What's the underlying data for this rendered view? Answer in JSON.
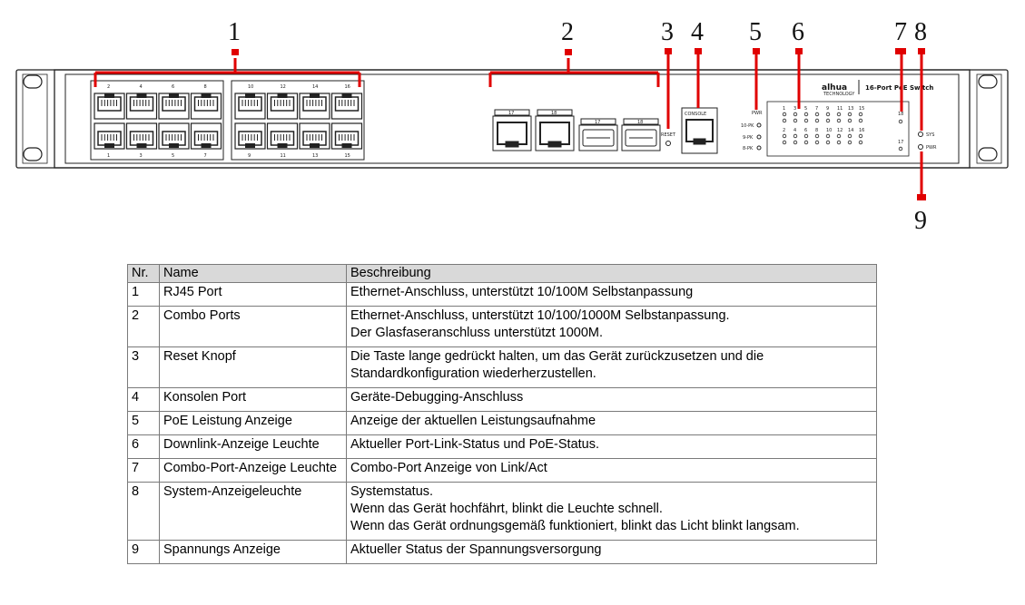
{
  "callouts": [
    "1",
    "2",
    "3",
    "4",
    "5",
    "6",
    "7",
    "8",
    "9"
  ],
  "panel": {
    "brand": "alhua",
    "brand_sub": "TECHNOLOGY",
    "model": "16-Port PoE Switch",
    "port_top_labels": [
      "2",
      "4",
      "6",
      "8",
      "10",
      "12",
      "14",
      "16"
    ],
    "port_bottom_labels": [
      "1",
      "3",
      "5",
      "7",
      "9",
      "11",
      "13",
      "15"
    ],
    "combo_labels": [
      "17",
      "18",
      "17",
      "18"
    ],
    "reset_label": "RESET",
    "console_label": "CONSOLE",
    "pwr_label": "PWR",
    "pwr_levels": [
      "10-PK",
      "9-PK",
      "8-PK"
    ],
    "led_numbers": [
      "1",
      "3",
      "5",
      "7",
      "9",
      "11",
      "13",
      "15",
      "2",
      "4",
      "6",
      "8",
      "10",
      "12",
      "14",
      "16"
    ],
    "combo_led_labels": [
      "18",
      "17"
    ],
    "sys_label": "SYS",
    "power_label": "PWR"
  },
  "table": {
    "headers": [
      "Nr.",
      "Name",
      "Beschreibung"
    ],
    "rows": [
      {
        "nr": "1",
        "name": "RJ45 Port",
        "desc": [
          "Ethernet-Anschluss, unterstützt 10/100M Selbstanpassung"
        ]
      },
      {
        "nr": "2",
        "name": "Combo Ports",
        "desc": [
          "Ethernet-Anschluss, unterstützt 10/100/1000M Selbstanpassung.",
          "Der Glasfaseranschluss unterstützt 1000M."
        ]
      },
      {
        "nr": "3",
        "name": "Reset Knopf",
        "desc": [
          "Die Taste lange gedrückt halten, um das Gerät zurückzusetzen und die",
          "Standardkonfiguration wiederherzustellen."
        ]
      },
      {
        "nr": "4",
        "name": "Konsolen Port",
        "desc": [
          "Geräte-Debugging-Anschluss"
        ]
      },
      {
        "nr": "5",
        "name": "PoE Leistung Anzeige",
        "desc": [
          "Anzeige der aktuellen Leistungsaufnahme"
        ]
      },
      {
        "nr": "6",
        "name": "Downlink-Anzeige Leuchte",
        "desc": [
          "Aktueller Port-Link-Status und PoE-Status."
        ]
      },
      {
        "nr": "7",
        "name": "Combo-Port-Anzeige Leuchte",
        "desc": [
          "Combo-Port Anzeige von Link/Act"
        ]
      },
      {
        "nr": "8",
        "name": "System-Anzeigeleuchte",
        "desc": [
          "Systemstatus.",
          "Wenn das Gerät hochfährt, blinkt die Leuchte schnell.",
          "Wenn das Gerät ordnungsgemäß funktioniert, blinkt das Licht blinkt langsam."
        ]
      },
      {
        "nr": "9",
        "name": "Spannungs Anzeige",
        "desc": [
          "Aktueller Status der Spannungsversorgung"
        ]
      }
    ]
  }
}
